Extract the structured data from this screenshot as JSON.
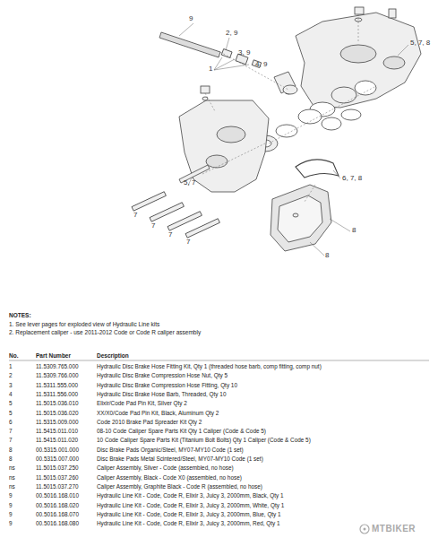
{
  "diagram": {
    "labels": [
      "9",
      "2, 9",
      "3, 9",
      "4, 9",
      "1",
      "5, 7, 8",
      "5, 7",
      "6, 7, 8",
      "7",
      "7",
      "7",
      "7",
      "8",
      "8",
      "NOTES:",
      "1. See lever pages for exploded view of Hydraulic Line kits",
      "2. Replacement caliper - use 2011-2012 Code or Code R caliper assembly",
      "No.",
      "Part Number",
      "Description",
      "1",
      "11.5309.765.000",
      "Hydraulic Disc Brake Hose Fitting Kit, Qty 1 (threaded hose barb, comp fitting, comp nut)",
      "2",
      "11.5309.766.000",
      "Hydraulic Disc Brake Compression Hose Nut, Qty 5",
      "3",
      "11.5311.555.000",
      "Hydraulic Disc Brake Compression Hose Fitting, Qty 10",
      "4",
      "11.5311.556.000",
      "Hydraulic Disc Brake Hose Barb, Threaded, Qty 10",
      "5",
      "11.5015.036.010",
      "Elixir/Code Pad Pin Kit, Silver Qty 2",
      "5",
      "11.5015.036.020",
      "XX/X0/Code Pad Pin Kit, Black, Aluminum Qty 2",
      "6",
      "11.5315.009.000",
      "Code 2010 Brake Pad Spreader Kit Qty 2",
      "7",
      "11.5415.011.010",
      "08-10 Code Caliper Spare Parts Kit Qty 1 Caliper (Code & Code 5)",
      "7",
      "11.5415.011.020",
      "10 Code Caliper Spare Parts Kit (Titanium Bolt Bolts) Qty 1 Caliper (Code & Code 5)",
      "8",
      "00.5315.001.000",
      "Disc Brake Pads Organic/Steel, MY07-MY10 Code (1 set)",
      "8",
      "00.5315.007.000",
      "Disc Brake Pads Metal Scintered/Steel, MY07-MY10 Code (1 set)",
      "ns",
      "11.5015.037.250",
      "Caliper Assembly, Silver - Code (assembled, no hose)",
      "ns",
      "11.5015.037.260",
      "Caliper Assembly, Black - Code X0 (assembled, no hose)",
      "ns",
      "11.5015.037.270",
      "Caliper Assembly, Graphite Black - Code R (assembled, no hose)",
      "9",
      "00.5016.168.010",
      "Hydraulic Line Kit - Code, Code R, Elixir 3, Juicy 3, 2000mm, Black, Qty 1",
      "9",
      "00.5016.168.020",
      "Hydraulic Line Kit - Code, Code R, Elixir 3, Juicy 3, 2000mm, White, Qty 1",
      "9",
      "00.5016.168.070",
      "Hydraulic Line Kit - Code, Code R, Elixir 3, Juicy 3, 2000mm, Blue, Qty 1",
      "9",
      "00.5016.168.080",
      "Hydraulic Line Kit - Code, Code R, Elixir 3, Juicy 3, 2000mm, Red, Qty 1",
      "MTBIKER"
    ]
  }
}
